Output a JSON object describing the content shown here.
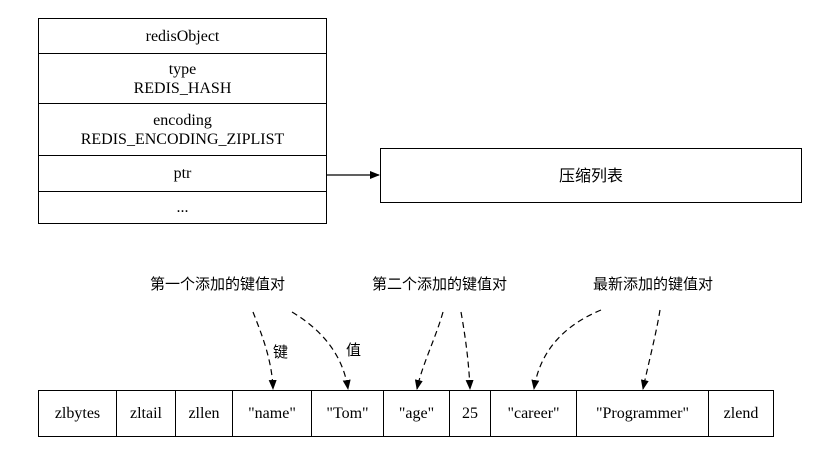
{
  "redis_object": {
    "header": "redisObject",
    "type_label": "type",
    "type_value": "REDIS_HASH",
    "encoding_label": "encoding",
    "encoding_value": "REDIS_ENCODING_ZIPLIST",
    "ptr": "ptr",
    "more": "..."
  },
  "target": "压缩列表",
  "ziplist": [
    "zlbytes",
    "zltail",
    "zllen",
    "\"name\"",
    "\"Tom\"",
    "\"age\"",
    "25",
    "\"career\"",
    "\"Programmer\"",
    "zlend"
  ],
  "annotations": {
    "first_pair": "第一个添加的键值对",
    "second_pair": "第二个添加的键值对",
    "newest_pair": "最新添加的键值对",
    "key": "键",
    "value": "值"
  }
}
